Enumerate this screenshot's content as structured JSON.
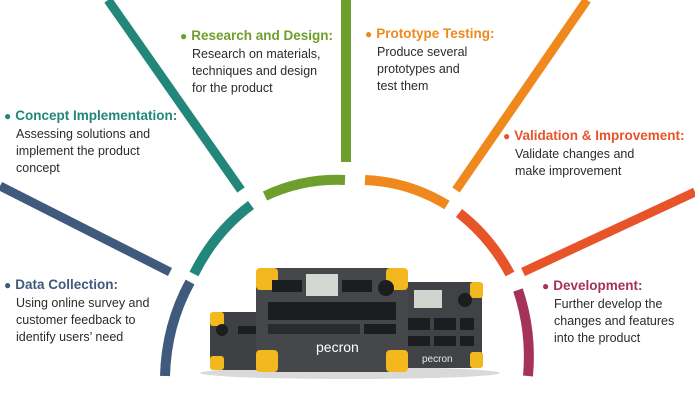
{
  "steps": [
    {
      "title": "Data Collection:",
      "desc": [
        "Using online survey and",
        "customer feedback to",
        "identify users’ need"
      ],
      "color": "#3f5a7c"
    },
    {
      "title": "Concept Implementation:",
      "desc": [
        "Assessing solutions and",
        "implement the product",
        "concept"
      ],
      "color": "#22877a"
    },
    {
      "title": "Research and Design:",
      "desc": [
        "Research on materials,",
        "techniques and design",
        "for the product"
      ],
      "color": "#6e9e2b"
    },
    {
      "title": "Prototype Testing:",
      "desc": [
        "Produce several",
        "prototypes and",
        "test them"
      ],
      "color": "#f0891d"
    },
    {
      "title": "Validation & Improvement:",
      "desc": [
        "Validate changes and",
        "make improvement"
      ],
      "color": "#e8542a"
    },
    {
      "title": "Development:",
      "desc": [
        "Further develop the",
        "changes and features",
        "into the product"
      ],
      "color": "#a6325a"
    }
  ],
  "product": {
    "brand": "pecron"
  }
}
